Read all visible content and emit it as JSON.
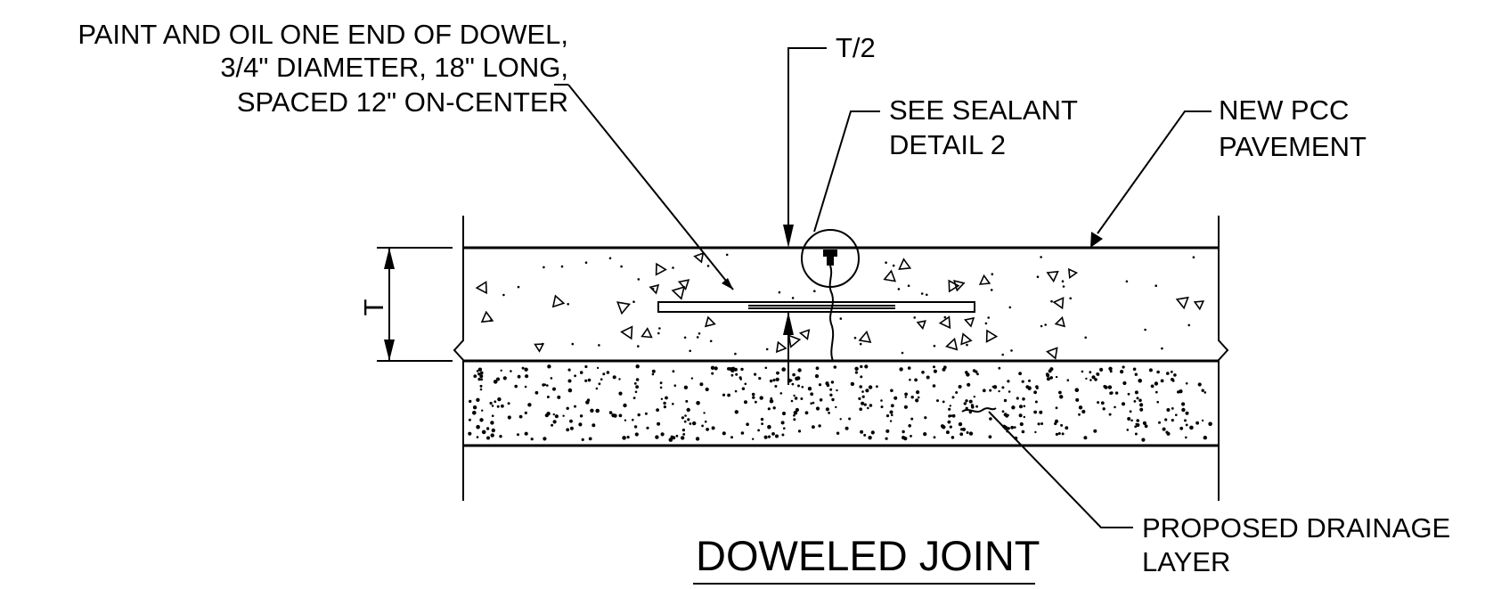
{
  "title": "DOWELED JOINT",
  "labels": {
    "dowel": [
      "PAINT AND OIL ONE END OF DOWEL,",
      "3/4\" DIAMETER, 18\" LONG,",
      "SPACED 12\" ON-CENTER"
    ],
    "half_thickness": "T/2",
    "sealant": [
      "SEE SEALANT",
      "DETAIL 2"
    ],
    "pavement": [
      "NEW PCC",
      "PAVEMENT"
    ],
    "thickness": "T",
    "drainage": [
      "PROPOSED DRAINAGE",
      "LAYER"
    ]
  },
  "colors": {
    "line": "#000000",
    "background": "#ffffff"
  }
}
